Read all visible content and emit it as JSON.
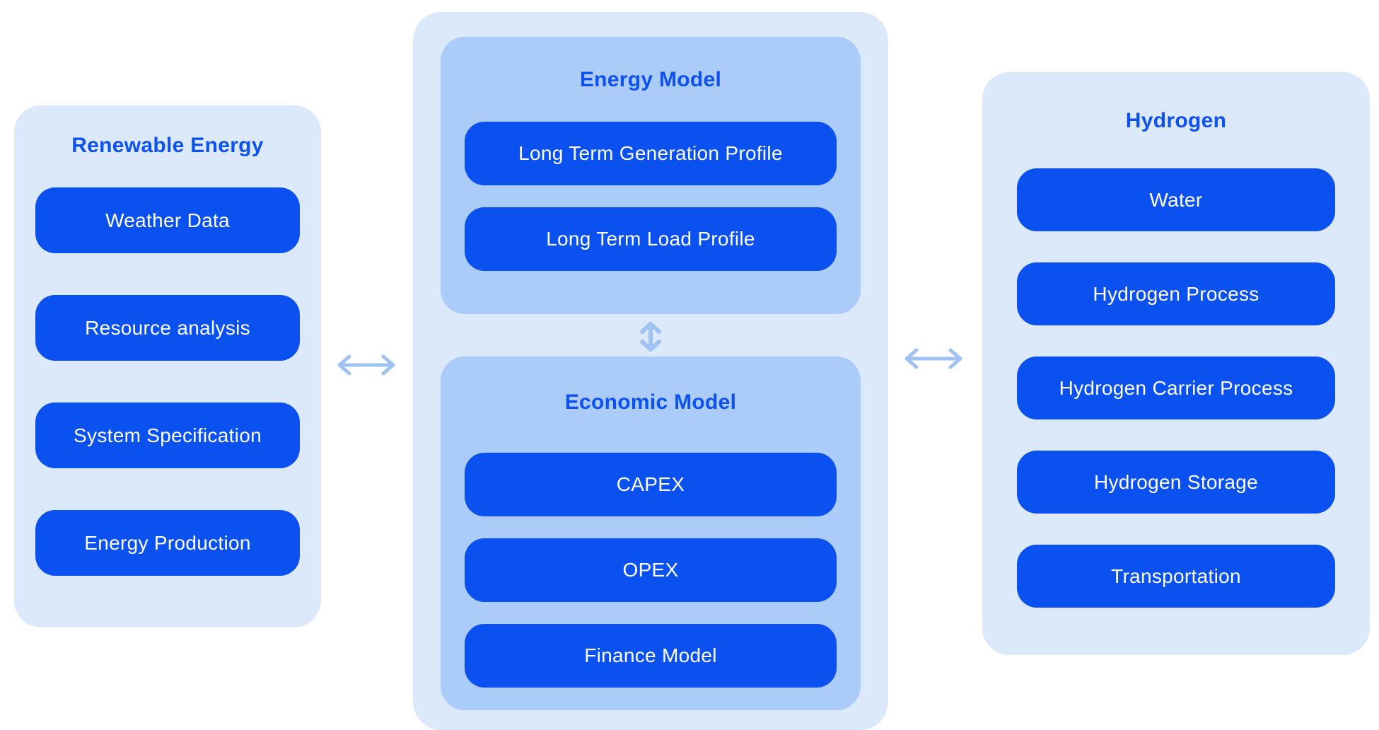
{
  "diagram": {
    "panels": {
      "renewable": {
        "title": "Renewable Energy",
        "items": [
          "Weather Data",
          "Resource analysis",
          "System Specification",
          "Energy Production"
        ]
      },
      "energy_model": {
        "title": "Energy Model",
        "items": [
          "Long Term Generation Profile",
          "Long Term Load Profile"
        ]
      },
      "economic_model": {
        "title": "Economic Model",
        "items": [
          "CAPEX",
          "OPEX",
          "Finance Model"
        ]
      },
      "hydrogen": {
        "title": "Hydrogen",
        "items": [
          "Water",
          "Hydrogen Process",
          "Hydrogen Carrier Process",
          "Hydrogen Storage",
          "Transportation"
        ]
      }
    },
    "colors": {
      "background": "#ffffff",
      "panel_bg": "#dce9fb",
      "inner_panel_bg": "#abcbf8",
      "pill_bg": "#0b51f0",
      "pill_text": "#ffffff",
      "heading_text": "#0d51f0",
      "arrow": "#9fc2f3"
    }
  }
}
